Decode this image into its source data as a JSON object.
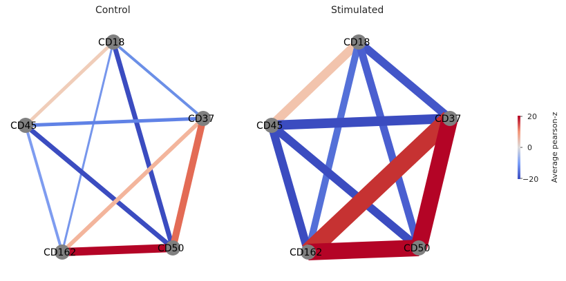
{
  "panels": [
    {
      "title": "Control",
      "edges": [
        {
          "source": "CD18",
          "target": "CD45",
          "weight": 5,
          "color": "#f0cdb9"
        },
        {
          "source": "CD18",
          "target": "CD37",
          "weight": 4,
          "color": "#6b8fe7"
        },
        {
          "source": "CD18",
          "target": "CD162",
          "weight": 3,
          "color": "#7696ec"
        },
        {
          "source": "CD18",
          "target": "CD50",
          "weight": 7,
          "color": "#3b4cc0"
        },
        {
          "source": "CD45",
          "target": "CD37",
          "weight": 5,
          "color": "#6082e6"
        },
        {
          "source": "CD45",
          "target": "CD162",
          "weight": 4,
          "color": "#7e9cf0"
        },
        {
          "source": "CD45",
          "target": "CD50",
          "weight": 7,
          "color": "#3b4cc0"
        },
        {
          "source": "CD37",
          "target": "CD162",
          "weight": 6,
          "color": "#f3b59c"
        },
        {
          "source": "CD37",
          "target": "CD50",
          "weight": 10,
          "color": "#e36b55"
        },
        {
          "source": "CD162",
          "target": "CD50",
          "weight": 12,
          "color": "#b40426"
        }
      ]
    },
    {
      "title": "Stimulated",
      "edges": [
        {
          "source": "CD18",
          "target": "CD45",
          "weight": 13,
          "color": "#f2c4ad"
        },
        {
          "source": "CD18",
          "target": "CD37",
          "weight": 12,
          "color": "#4356c8"
        },
        {
          "source": "CD18",
          "target": "CD162",
          "weight": 10,
          "color": "#5470d8"
        },
        {
          "source": "CD18",
          "target": "CD50",
          "weight": 11,
          "color": "#4a5fd0"
        },
        {
          "source": "CD45",
          "target": "CD37",
          "weight": 14,
          "color": "#3b4cc0"
        },
        {
          "source": "CD45",
          "target": "CD162",
          "weight": 12,
          "color": "#3b4cc0"
        },
        {
          "source": "CD45",
          "target": "CD50",
          "weight": 12,
          "color": "#3b4cc0"
        },
        {
          "source": "CD37",
          "target": "CD162",
          "weight": 26,
          "color": "#c63232"
        },
        {
          "source": "CD37",
          "target": "CD50",
          "weight": 24,
          "color": "#b40426"
        },
        {
          "source": "CD162",
          "target": "CD50",
          "weight": 24,
          "color": "#b40426"
        }
      ]
    }
  ],
  "nodes": [
    "CD18",
    "CD45",
    "CD37",
    "CD162",
    "CD50"
  ],
  "node_color": "#808080",
  "colorbar": {
    "label": "Average pearson-z",
    "ticks": [
      "20",
      "0",
      "−20"
    ],
    "min": -20,
    "max": 20,
    "colormap": "coolwarm"
  }
}
